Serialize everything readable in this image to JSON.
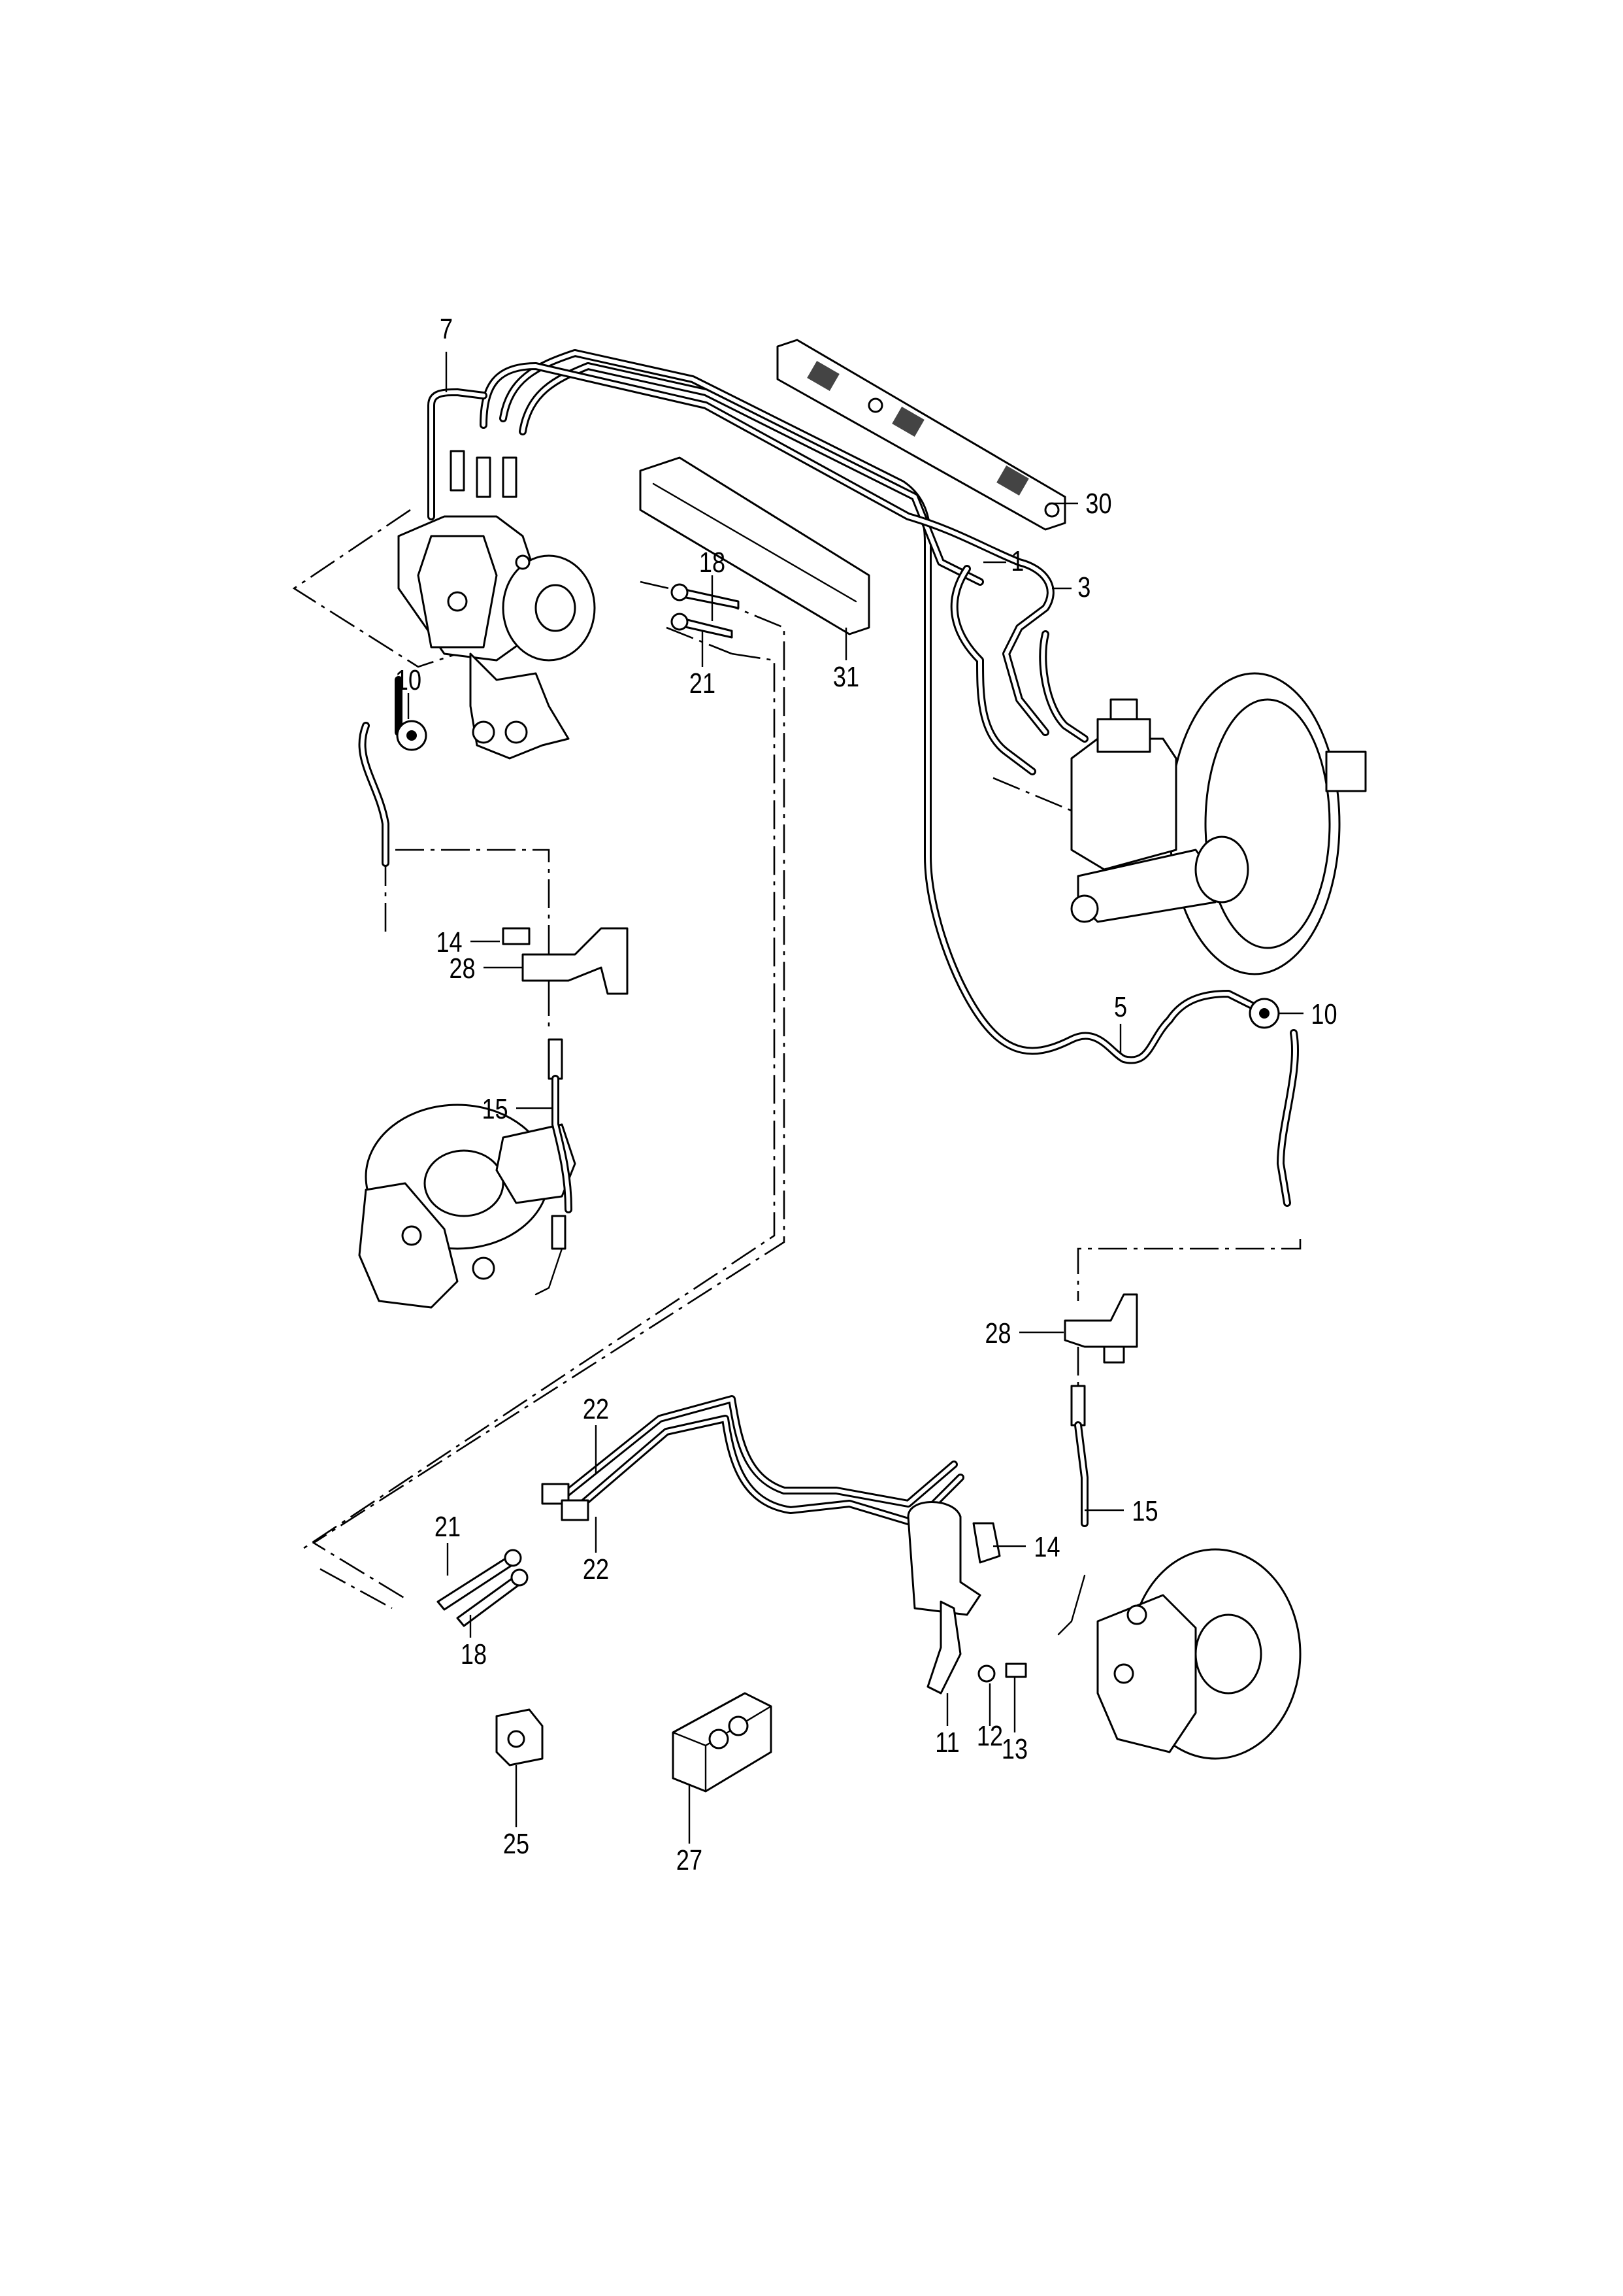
{
  "callouts": [
    {
      "id": "c1",
      "label": "1"
    },
    {
      "id": "c3",
      "label": "3"
    },
    {
      "id": "c5",
      "label": "5"
    },
    {
      "id": "c7",
      "label": "7"
    },
    {
      "id": "c10a",
      "label": "10"
    },
    {
      "id": "c10b",
      "label": "10"
    },
    {
      "id": "c11",
      "label": "11"
    },
    {
      "id": "c12",
      "label": "12"
    },
    {
      "id": "c13",
      "label": "13"
    },
    {
      "id": "c14a",
      "label": "14"
    },
    {
      "id": "c14b",
      "label": "14"
    },
    {
      "id": "c15a",
      "label": "15"
    },
    {
      "id": "c15b",
      "label": "15"
    },
    {
      "id": "c18a",
      "label": "18"
    },
    {
      "id": "c18b",
      "label": "18"
    },
    {
      "id": "c21a",
      "label": "21"
    },
    {
      "id": "c21b",
      "label": "21"
    },
    {
      "id": "c22a",
      "label": "22"
    },
    {
      "id": "c22b",
      "label": "22"
    },
    {
      "id": "c25",
      "label": "25"
    },
    {
      "id": "c27",
      "label": "27"
    },
    {
      "id": "c28a",
      "label": "28"
    },
    {
      "id": "c28b",
      "label": "28"
    },
    {
      "id": "c30",
      "label": "30"
    },
    {
      "id": "c31",
      "label": "31"
    }
  ]
}
